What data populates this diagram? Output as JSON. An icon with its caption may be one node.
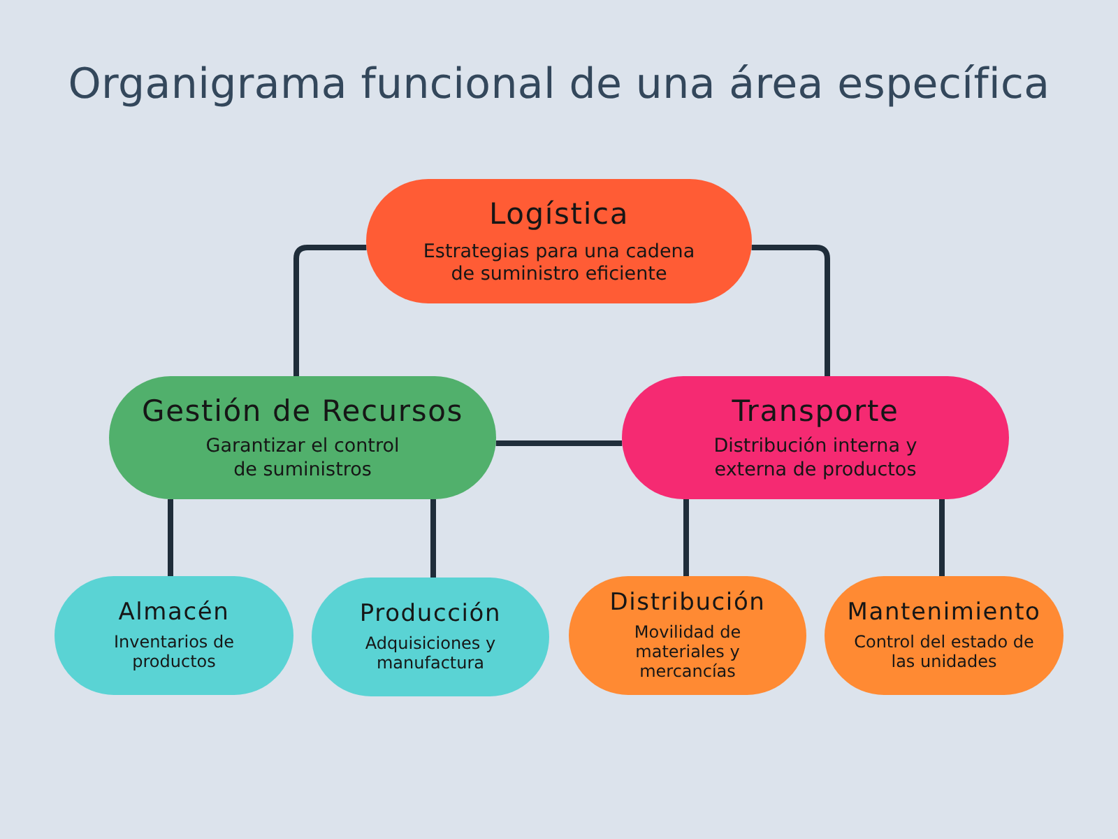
{
  "diagram": {
    "title": "Organigrama funcional de una área específica",
    "nodes": [
      {
        "text": [
          "Logística",
          "Estrategias para una cadena de suministro eficiente"
        ]
      },
      {
        "text": [
          "Gestión de Recursos",
          "Garantizar el control de suministros"
        ]
      },
      {
        "text": [
          "Transporte",
          "Distribución interna y externa de productos"
        ]
      },
      {
        "text": [
          "Almacén",
          "Inventarios de productos"
        ]
      },
      {
        "text": [
          "Producción",
          "Adquisiciones y manufactura"
        ]
      },
      {
        "text": [
          "Distribución",
          "Movilidad de materiales y mercancías"
        ]
      },
      {
        "text": [
          "Mantenimiento",
          "Control del estado de las unidades"
        ]
      }
    ],
    "edges": [
      {
        "from": 0,
        "to": 1,
        "arrow": "none"
      },
      {
        "from": 0,
        "to": 2,
        "arrow": "none"
      },
      {
        "from": 1,
        "to": 2,
        "arrow": "none"
      },
      {
        "from": 1,
        "to": 3,
        "arrow": "none"
      },
      {
        "from": 1,
        "to": 4,
        "arrow": "none"
      },
      {
        "from": 2,
        "to": 5,
        "arrow": "none"
      },
      {
        "from": 2,
        "to": 6,
        "arrow": "none"
      }
    ]
  }
}
